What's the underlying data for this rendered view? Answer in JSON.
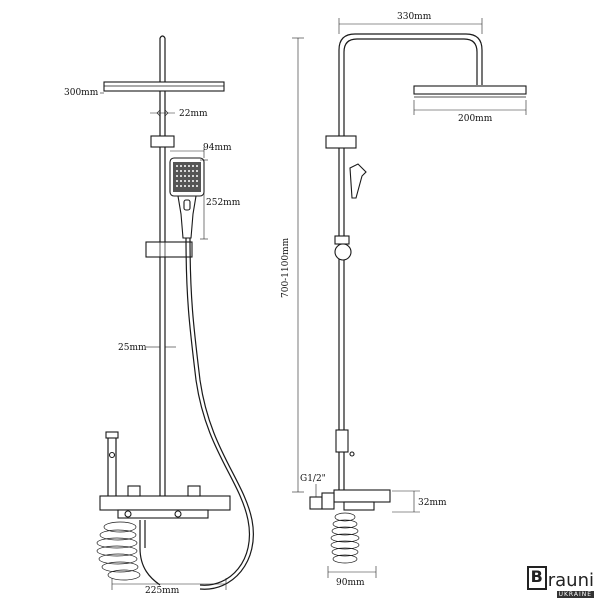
{
  "dimensions": {
    "head_left_width": "300mm",
    "rail_gap": "22mm",
    "hand_width": "94mm",
    "hand_length": "252mm",
    "pipe_diameter": "25mm",
    "spout_length": "225mm",
    "top_reach": "330mm",
    "head_right_width": "200mm",
    "height_range": "700-1100mm",
    "thread": "G1/2\"",
    "mixer_depth": "32mm",
    "mixer_width": "90mm"
  },
  "logo": {
    "letter": "B",
    "word": "rauni",
    "sub": "UKRAINE"
  }
}
